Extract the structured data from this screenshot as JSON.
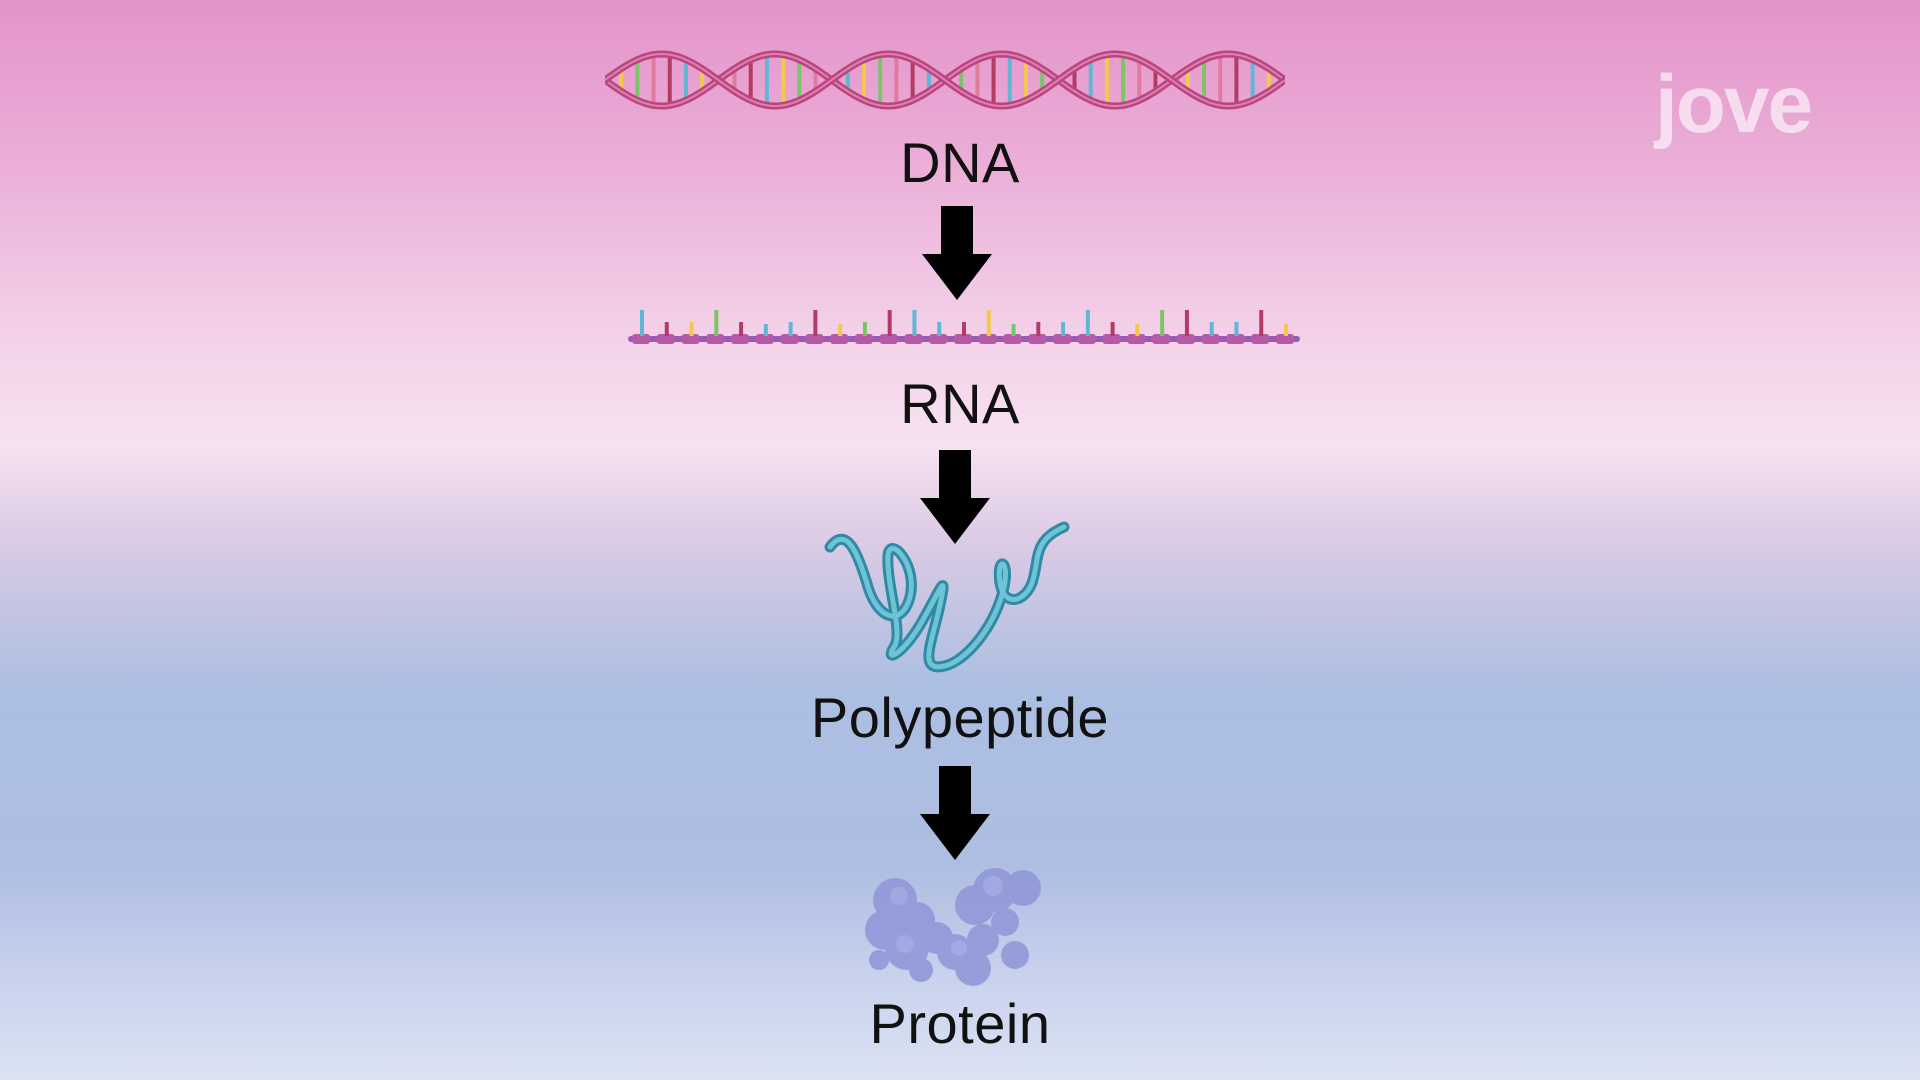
{
  "stages": {
    "dna": "DNA",
    "rna": "RNA",
    "polypeptide": "Polypeptide",
    "protein": "Protein"
  },
  "brand": {
    "logo_text": "jove"
  },
  "colors": {
    "dna_backbone": "#b8467f",
    "base_pair_palette": [
      "#5fb7d4",
      "#f3c84b",
      "#7cc46a",
      "#e07a9e",
      "#b23c66"
    ],
    "rna_backbone": "#9a5ab8",
    "polypeptide": "#4aa6bd",
    "protein": "#8e96d8",
    "arrow": "#000000"
  },
  "icons": {
    "dna": "dna-double-helix-icon",
    "rna": "rna-strand-icon",
    "polypeptide": "polypeptide-chain-icon",
    "protein": "folded-protein-icon",
    "arrow": "arrow-down-icon"
  }
}
